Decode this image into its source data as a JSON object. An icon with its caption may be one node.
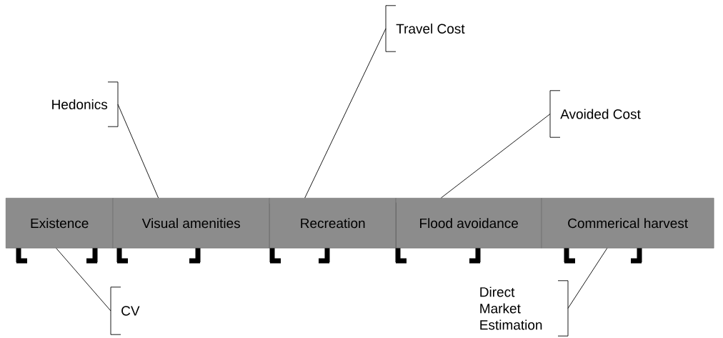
{
  "diagram": {
    "nodes": [
      {
        "text": [
          "Travel Cost"
        ]
      },
      {
        "text": [
          "Hedonics"
        ]
      },
      {
        "text": [
          "Avoided Cost"
        ]
      },
      {
        "text": [
          "Existence"
        ]
      },
      {
        "text": [
          "Visual amenities"
        ]
      },
      {
        "text": [
          "Recreation"
        ]
      },
      {
        "text": [
          "Flood avoidance"
        ]
      },
      {
        "text": [
          "Commerical harvest"
        ]
      },
      {
        "text": [
          "CV"
        ]
      },
      {
        "text": [
          "Direct Market Estimation"
        ]
      }
    ],
    "edges": [
      {
        "from": 1,
        "to": 4,
        "arrow": "none"
      },
      {
        "from": 0,
        "to": 5,
        "arrow": "none"
      },
      {
        "from": 2,
        "to": 6,
        "arrow": "none"
      },
      {
        "from": 8,
        "to": 3,
        "arrow": "none"
      },
      {
        "from": 9,
        "to": 7,
        "arrow": "none"
      }
    ]
  }
}
